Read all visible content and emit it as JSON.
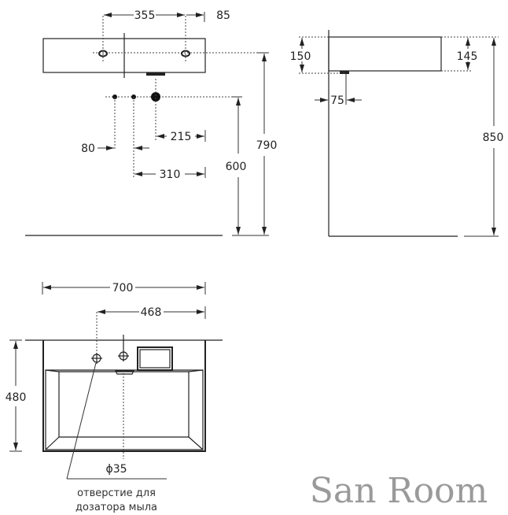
{
  "front_view": {
    "d355": "355",
    "d85": "85",
    "d215": "215",
    "d80": "80",
    "d310": "310",
    "d600": "600",
    "d790": "790"
  },
  "side_view": {
    "d150": "150",
    "d145": "145",
    "d75": "75",
    "d850": "850"
  },
  "top_view": {
    "d700": "700",
    "d468": "468",
    "d480": "480",
    "d35": "ϕ35",
    "note_line1": "отверстие для",
    "note_line2": "дозатора мыла"
  },
  "watermark": "San Room"
}
